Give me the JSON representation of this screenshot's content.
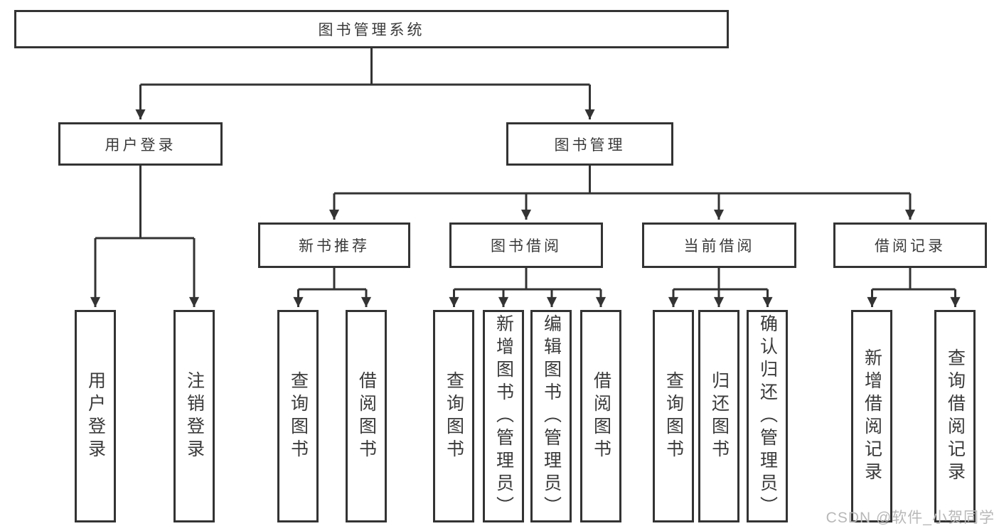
{
  "diagram": {
    "root": {
      "label": "图书管理系统"
    },
    "branches": [
      {
        "label": "用户登录",
        "leaves": [
          "用户登录",
          "注销登录"
        ]
      },
      {
        "label": "图书管理",
        "children": [
          {
            "label": "新书推荐",
            "leaves": [
              "查询图书",
              "借阅图书"
            ]
          },
          {
            "label": "图书借阅",
            "leaves": [
              "查询图书",
              "新增图书（管理员）",
              "编辑图书（管理员）",
              "借阅图书"
            ]
          },
          {
            "label": "当前借阅",
            "leaves": [
              "查询图书",
              "归还图书",
              "确认归还（管理员）"
            ]
          },
          {
            "label": "借阅记录",
            "leaves": [
              "新增借阅记录",
              "查询借阅记录"
            ]
          }
        ]
      }
    ]
  },
  "watermark": {
    "text": "CSDN @软件_小贺同学"
  },
  "colors": {
    "line": "#333333",
    "text": "#3a3a3a",
    "watermark": "#b8b8b8",
    "background": "#ffffff"
  }
}
